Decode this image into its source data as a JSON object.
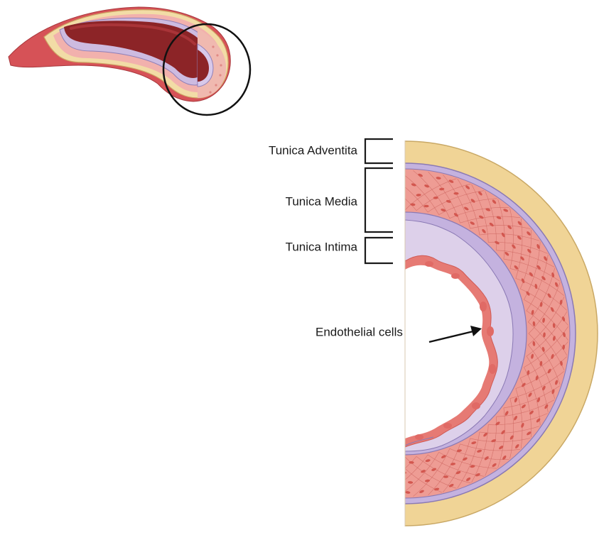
{
  "labels": {
    "adventitia": "Tunica Adventita",
    "media": "Tunica Media",
    "intima": "Tunica Intima",
    "endothelial": "Endothelial cells"
  },
  "colors": {
    "adventitia": "#f0d496",
    "adventitia_edge": "#c9a865",
    "media": "#ee9c94",
    "media_lines": "#c9605a",
    "nucleus": "#d3574f",
    "elastic_lamina": "#b9a6d6",
    "elastic_lamina_edge": "#8a79b4",
    "intima": "#ddd0ea",
    "endothelium": "#e67a74",
    "lumen": "#7f1f21",
    "vessel_outer": "#d9565a",
    "bracket": "#1a1a1a"
  },
  "icons": [
    "blood-vessel-icon",
    "magnifier-circle-icon",
    "arrow-icon"
  ]
}
